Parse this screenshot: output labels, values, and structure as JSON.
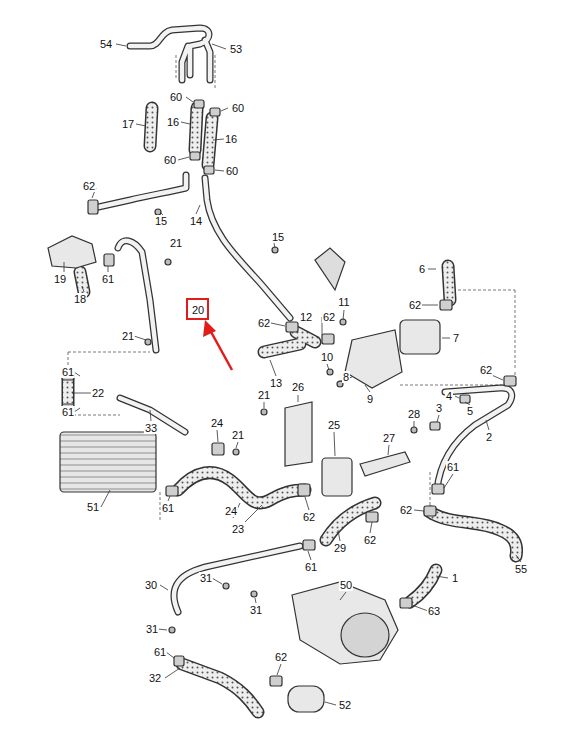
{
  "diagram": {
    "nodes": [
      {
        "text": [
          "20"
        ]
      }
    ],
    "labels": [
      "54",
      "53",
      "60",
      "60",
      "17",
      "16",
      "16",
      "60",
      "60",
      "62",
      "15",
      "14",
      "15",
      "21",
      "19",
      "61",
      "18",
      "6",
      "62",
      "11",
      "62",
      "12",
      "62",
      "7",
      "21",
      "10",
      "8",
      "13",
      "62",
      "9",
      "4",
      "5",
      "2",
      "26",
      "3",
      "28",
      "61",
      "22",
      "61",
      "33",
      "21",
      "24",
      "21",
      "25",
      "27",
      "61",
      "51",
      "61",
      "24",
      "23",
      "62",
      "62",
      "62",
      "29",
      "55",
      "1",
      "30",
      "31",
      "61",
      "50",
      "31",
      "63",
      "31",
      "61",
      "62",
      "32",
      "52"
    ]
  }
}
